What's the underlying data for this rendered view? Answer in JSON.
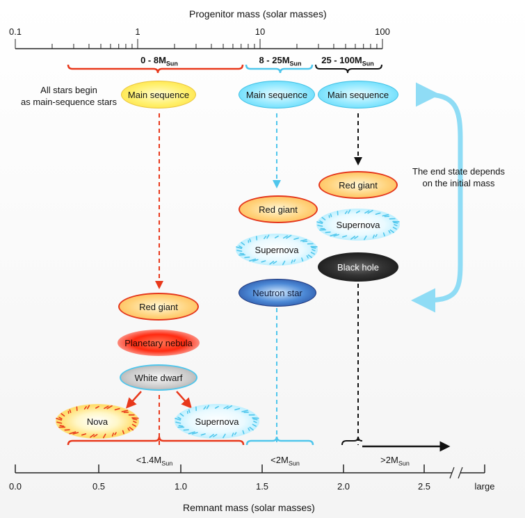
{
  "top_axis": {
    "title": "Progenitor mass (solar masses)",
    "scale": "log",
    "ticks": [
      "0.1",
      "1",
      "10",
      "100"
    ]
  },
  "bottom_axis": {
    "title": "Remnant mass (solar masses)",
    "ticks": [
      "0.0",
      "0.5",
      "1.0",
      "1.5",
      "2.0",
      "2.5",
      "large"
    ]
  },
  "mass_ranges": [
    {
      "prefix": "0 - 8M",
      "sub": "Sun",
      "color": "#e8381b"
    },
    {
      "prefix": "8 - 25M",
      "sub": "Sun",
      "color": "#4fc6ec"
    },
    {
      "prefix": "25 - 100M",
      "sub": "Sun",
      "color": "#111111"
    }
  ],
  "remnant_ranges": [
    {
      "prefix": "<1.4M",
      "sub": "Sun",
      "color": "#e8381b"
    },
    {
      "prefix": "<2M",
      "sub": "Sun",
      "color": "#4fc6ec"
    },
    {
      "prefix": ">2M",
      "sub": "Sun",
      "color": "#111111"
    }
  ],
  "notes": {
    "left": [
      "All stars begin",
      "as main-sequence stars"
    ],
    "right": [
      "The end state depends",
      "on the initial mass"
    ]
  },
  "stages": {
    "low_main_sequence": "Main sequence",
    "mid_main_sequence": "Main sequence",
    "high_main_sequence": "Main sequence",
    "low_red_giant": "Red giant",
    "planetary_nebula": "Planetary nebula",
    "white_dwarf": "White dwarf",
    "nova": "Nova",
    "low_supernova": "Supernova",
    "mid_red_giant": "Red giant",
    "mid_supernova": "Supernova",
    "neutron_star": "Neutron star",
    "high_red_giant": "Red giant",
    "high_supernova": "Supernova",
    "black_hole": "Black hole"
  },
  "colors": {
    "low_mass": "#e8381b",
    "mid_mass": "#4fc6ec",
    "high_mass": "#111111",
    "loop_arrow": "#8fdcf5"
  }
}
